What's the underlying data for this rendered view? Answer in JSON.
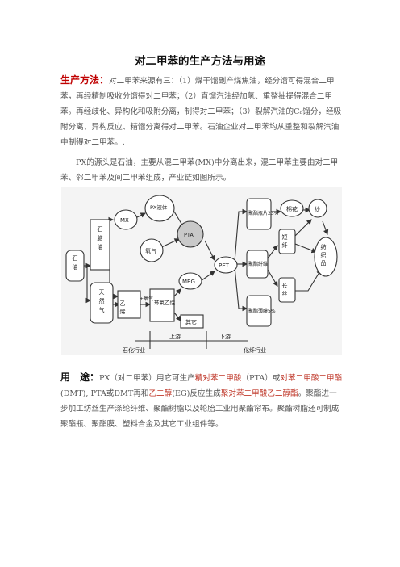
{
  "document": {
    "title": "对二甲苯的生产方法与用途",
    "section1": {
      "lead": "生产方法：",
      "body": "对二甲苯来源有三：（1）煤干馏副产煤焦油，经分馏可得混合二甲苯，再经精制吸收分馏得对二甲苯；（2）直馏汽油经加氢、重整抽提得混合二甲苯。再经歧化、异构化和吸附分离，制得对二甲苯；（3）裂解汽油的C₈馏分，经吸附分离、异构反应、精馏分离得对二甲苯。石油企业对二甲苯均从重整和裂解汽油中制得对二甲苯。."
    },
    "section2": {
      "body": "PX的源头是石油，主要从混二甲苯(MX)中分离出来，混二甲苯主要由对二甲苯、邻二甲苯及间二甲苯组成，产业链如图所示。"
    },
    "section3": {
      "lead": "用　途：",
      "seg1": "PX（对二甲苯）用它可生产",
      "seg2": "精对苯二甲酸",
      "seg3": "（PTA）或",
      "seg4": "对苯二甲酸二甲酯",
      "seg5": "(DMT), PTA或DMT再和",
      "seg6": "乙二醇",
      "seg7": "(EG)反应生成",
      "seg8": "聚对苯二甲酸乙二醇酯",
      "seg9": "。聚酯进一步加工纺丝生产涤纶纤维、聚酯树脂以及轮胎工业用聚酯帘布。聚酯树脂还可制成聚酯瓶、聚酯膜、塑料合金及其它工业组件等。"
    }
  },
  "diagram": {
    "nodes": {
      "oil": "石油",
      "naphtha": "石脑油",
      "natgas": "天然气",
      "mx": "MX",
      "px": "PX液体",
      "pta": "PTA",
      "oxygen": "氧气",
      "ethylene": "乙烯",
      "plus_oxygen": "+氧气",
      "eo": "环氧乙烷",
      "meg": "MEG",
      "other": "其它",
      "pet": "PET",
      "bottle_chip": "聚酯瓶片23%",
      "fiber": "聚酯纤维",
      "film": "聚酯薄膜5%",
      "staple": "短纤",
      "filament": "长丝",
      "cotton": "棉花",
      "yarn": "纱",
      "textile": "纺织品"
    },
    "footer": {
      "petrochem": "石化行业",
      "upstream": "上游",
      "downstream": "下游",
      "chemfiber": "化纤行业"
    }
  }
}
